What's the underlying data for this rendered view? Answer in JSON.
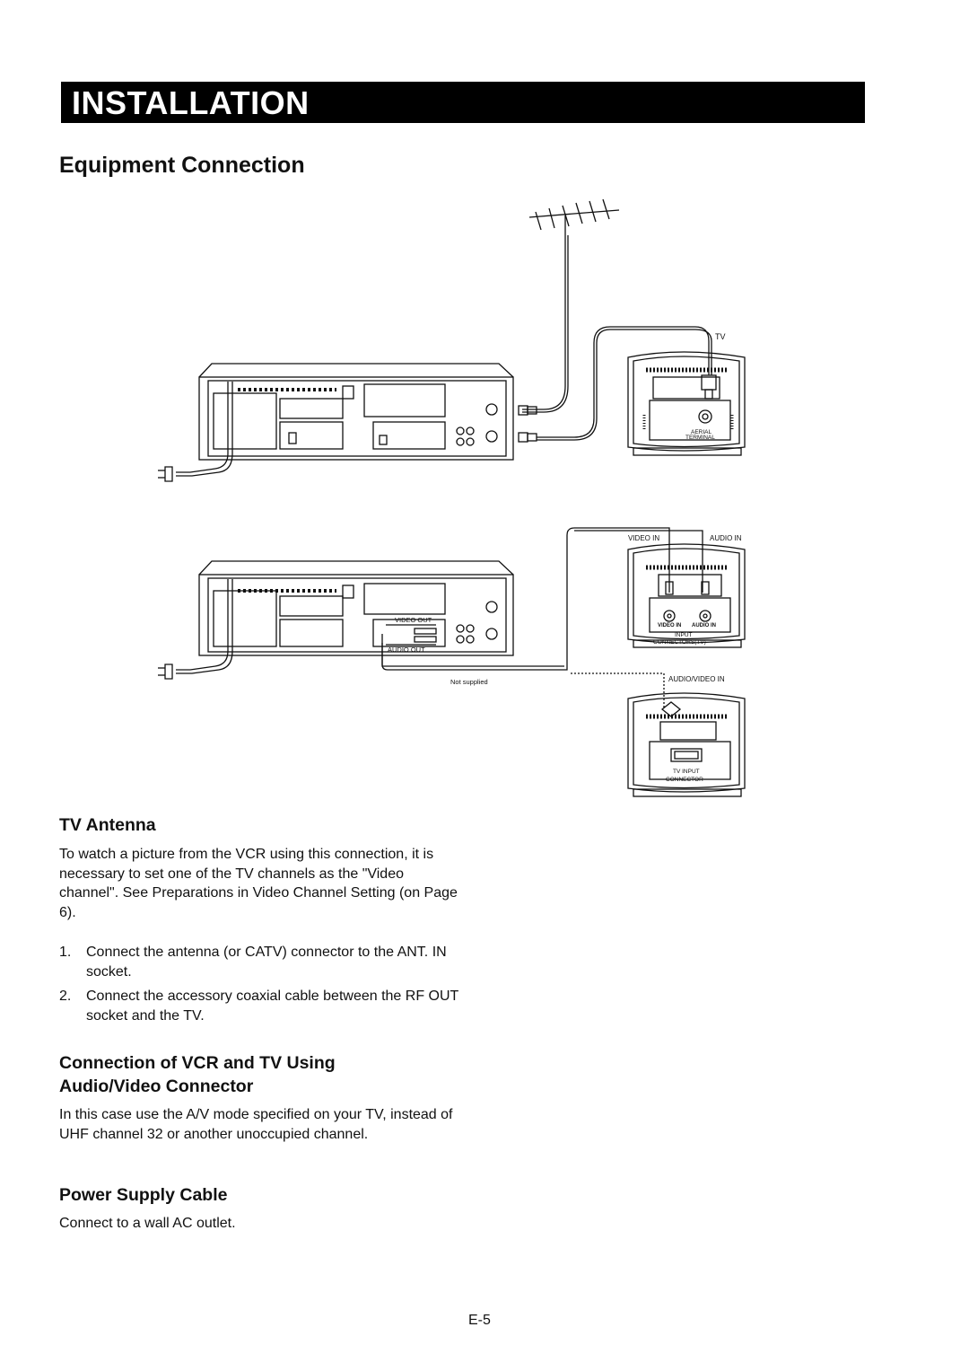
{
  "header": {
    "banner": "INSTALLATION",
    "title": "Equipment Connection"
  },
  "diagram": {
    "tv_top": {
      "label": "TV",
      "aerial_terminal_1": "AERIAL",
      "aerial_terminal_2": "TERMINAL"
    },
    "tv_middle": {
      "video_in_top": "VIDEO IN",
      "audio_in_top": "AUDIO IN",
      "video_in_panel": "VIDEO IN",
      "audio_in_panel": "AUDIO IN",
      "input_1": "INPUT",
      "input_2": "CONNECTORS(TV)"
    },
    "vcr_middle": {
      "video_out": "VIDEO OUT",
      "audio_out": "AUDIO OUT"
    },
    "not_supplied": "Not supplied",
    "tv_bottom": {
      "audio_video_in": "AUDIO/VIDEO IN",
      "tv_input_1": "TV INPUT",
      "tv_input_2": "CONNECTOR"
    }
  },
  "sections": {
    "tv_antenna": {
      "heading": "TV Antenna",
      "intro": "To watch a picture from the VCR using this connection, it is necessary to set one of the TV channels as the \"Video channel\". See Preparations in Video Channel Setting (on Page 6).",
      "steps": [
        {
          "num": "1.",
          "text": "Connect the antenna (or CATV) connector to the ANT. IN socket."
        },
        {
          "num": "2.",
          "text": "Connect the accessory coaxial cable between the RF OUT socket and the TV."
        }
      ]
    },
    "av_connector": {
      "heading_line1": "Connection of VCR and TV Using",
      "heading_line2": "Audio/Video Connector",
      "text": "In this case use the A/V  mode specified on your TV, instead of UHF channel 32 or another unoccupied channel."
    },
    "power": {
      "heading": "Power Supply Cable",
      "text": "Connect to a wall AC outlet."
    }
  },
  "footer": {
    "page": "E-5"
  }
}
